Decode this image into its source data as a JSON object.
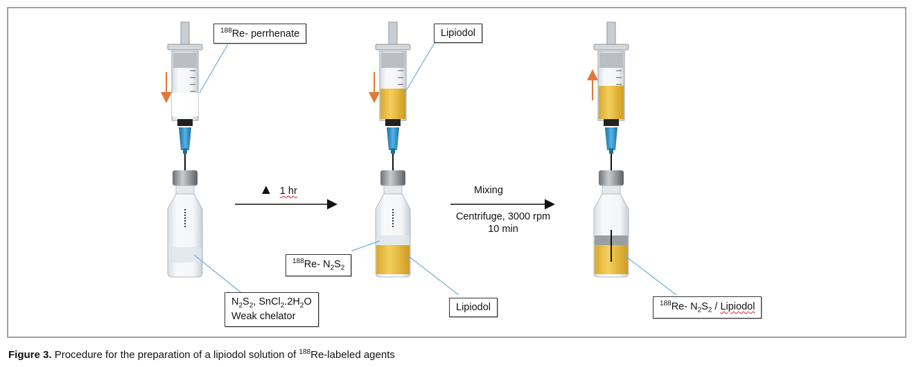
{
  "caption": {
    "label": "Figure 3.",
    "text_before": "Procedure for the preparation of a lipiodol solution of",
    "isotope_mass": "188",
    "text_after": "Re-labeled agents"
  },
  "labels": {
    "perrhenate": {
      "mass": "188",
      "text": "Re- perrhenate"
    },
    "lipiodol_top": "Lipiodol",
    "chelator": {
      "n": "N",
      "n_sub": "2",
      "s": "S",
      "s_sub": "2",
      "rest1": ", SnCl",
      "cl_sub": "2",
      "rest2": ".2H",
      "h_sub": "2",
      "rest3": "O",
      "line2": "Weak chelator"
    },
    "complex": {
      "mass": "188",
      "re": "Re- N",
      "n_sub": "2",
      "s": "S",
      "s_sub": "2"
    },
    "lipiodol_bottom": "Lipiodol",
    "final": {
      "mass": "188",
      "re": "Re- N",
      "n_sub": "2",
      "s": "S",
      "s_sub": "2",
      "sep": " / ",
      "lip": "Lipiodol"
    }
  },
  "steps": {
    "step1": {
      "symbol": "▲",
      "time": "1 hr"
    },
    "step2": {
      "line1": "Mixing",
      "line2": "Centrifuge, 3000 rpm",
      "line3": "10 min"
    }
  },
  "colors": {
    "lipiodol": "#f0c64a",
    "needle_hub": "#2a8fc4",
    "arrow_orange": "#e0783a",
    "pointer_blue": "#6aaed8",
    "frame": "#a0a0a0"
  }
}
